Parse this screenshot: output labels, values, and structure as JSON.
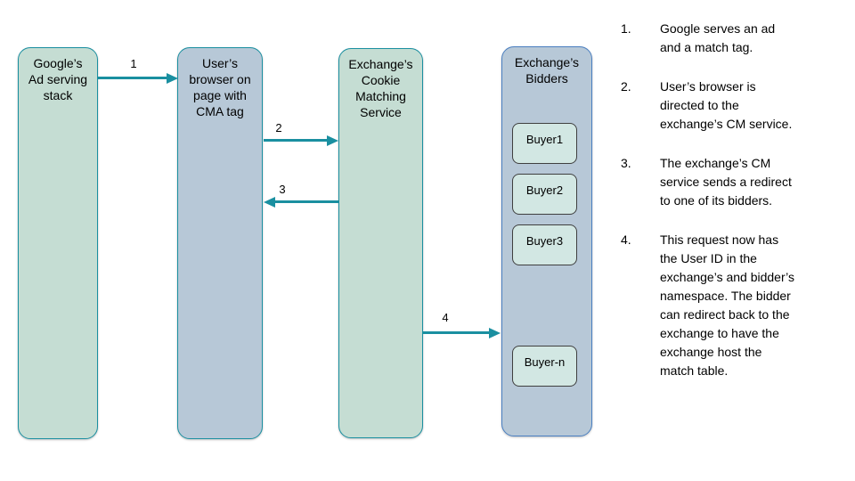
{
  "colors": {
    "teal": "#1a8fa0",
    "green-fill": "#c5ddd3",
    "blue-fill": "#b7c8d7",
    "bidders-border": "#4a7fc1",
    "buyer-fill": "#d2e7e3",
    "buyer-border": "#3f3f3f"
  },
  "diagram": {
    "nodes": [
      {
        "label": "Google’s\nAd serving\nstack"
      },
      {
        "label": "User’s\nbrowser on\npage with\nCMA tag"
      },
      {
        "label": "Exchange’s\nCookie\nMatching\nService"
      },
      {
        "label": "Exchange’s\nBidders"
      }
    ],
    "buyers": [
      "Buyer1",
      "Buyer2",
      "Buyer3",
      "Buyer-n"
    ],
    "arrows": [
      {
        "label": "1"
      },
      {
        "label": "2"
      },
      {
        "label": "3"
      },
      {
        "label": "4"
      }
    ]
  },
  "steps": [
    {
      "num": "1.",
      "text": "Google serves an ad and a match tag."
    },
    {
      "num": "2.",
      "text": "User’s browser is directed to the exchange’s CM service."
    },
    {
      "num": "3.",
      "text": "The exchange’s CM service sends a redirect to one of its bidders."
    },
    {
      "num": "4.",
      "text": "This request now has the User ID in the exchange’s and bidder’s namespace. The bidder can redirect back to the exchange to have the exchange host the match table."
    }
  ]
}
